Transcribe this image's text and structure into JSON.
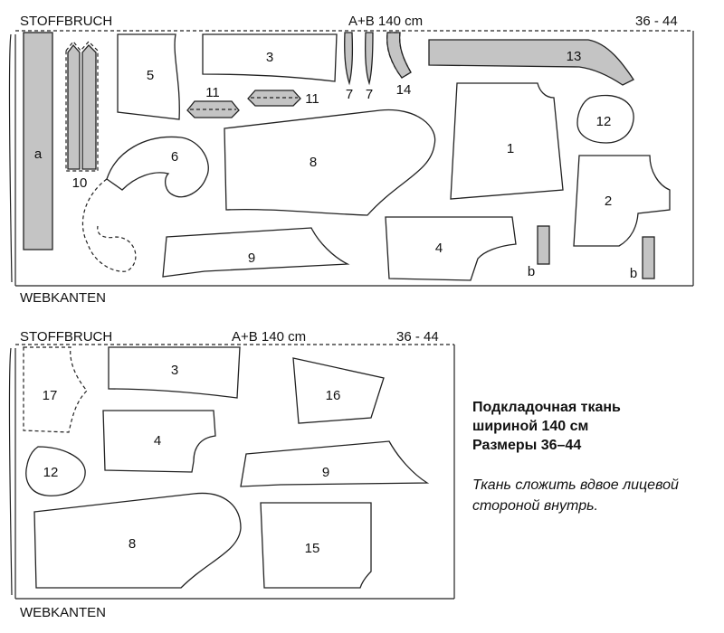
{
  "layout1": {
    "fold_label": "STOFFBRUCH",
    "fabric_label": "A+B 140 cm",
    "sizes": "36 - 44",
    "selvage_label": "WEBKANTEN",
    "pieces": {
      "a": "a",
      "p10": "10",
      "p5": "5",
      "p3": "3",
      "p7a": "7",
      "p7b": "7",
      "p14": "14",
      "p13": "13",
      "p11a": "11",
      "p11b": "11",
      "p6": "6",
      "p8": "8",
      "p1": "1",
      "p12": "12",
      "p2": "2",
      "p9": "9",
      "p4": "4",
      "b1": "b",
      "b2": "b"
    }
  },
  "layout2": {
    "fold_label": "STOFFBRUCH",
    "fabric_label": "A+B 140 cm",
    "sizes": "36 - 44",
    "selvage_label": "WEBKANTEN",
    "pieces": {
      "p17": "17",
      "p3": "3",
      "p16": "16",
      "p4": "4",
      "p12": "12",
      "p9": "9",
      "p8": "8",
      "p15": "15"
    }
  },
  "info": {
    "line1": "Подкладочная ткань",
    "line2": "шириной 140 см",
    "line3": "Размеры 36–44",
    "note1": "Ткань сложить вдвое лицевой",
    "note2": "стороной внутрь."
  },
  "colors": {
    "pattern_fill_gray": "#c4c4c4",
    "outline": "#222222"
  }
}
